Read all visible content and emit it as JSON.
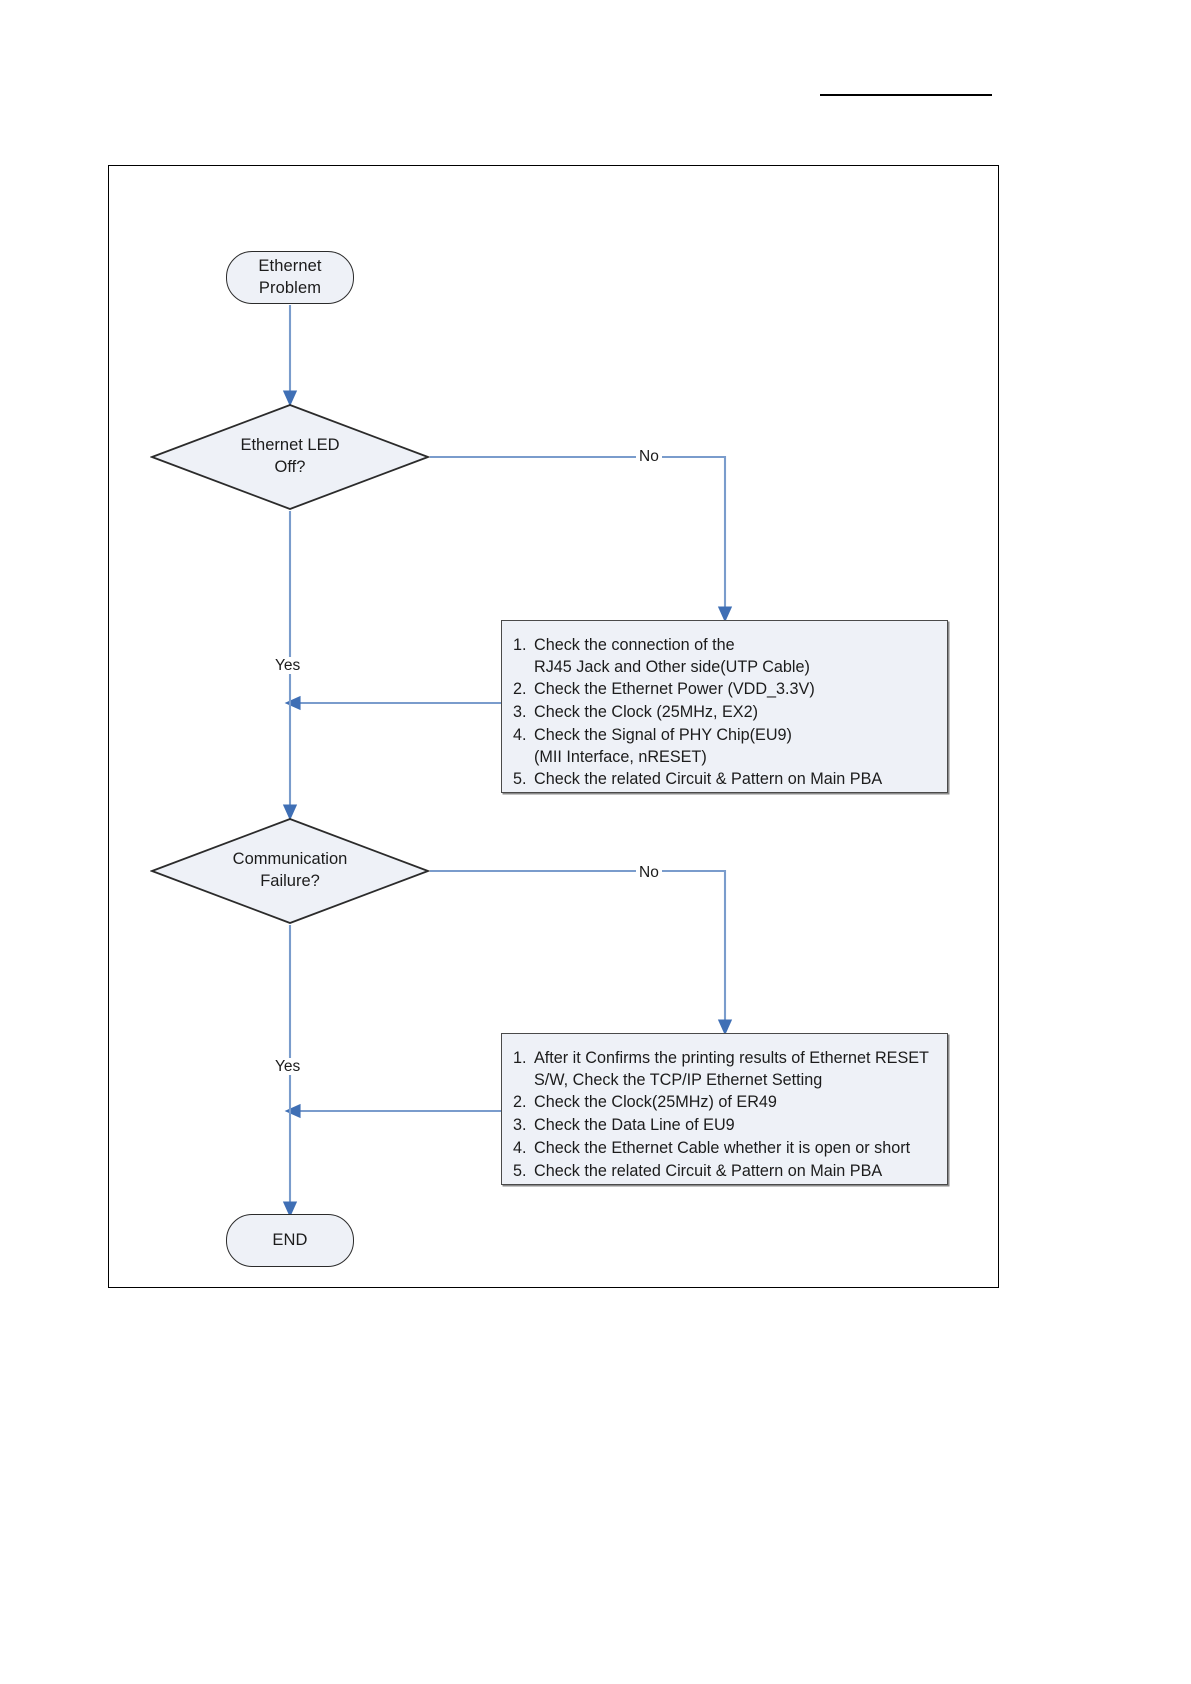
{
  "document": {
    "header_rule": "header-rule"
  },
  "diagram": {
    "title": "Ethernet Problem troubleshooting flowchart",
    "colors": {
      "node_fill": "#eef1f7",
      "node_stroke": "#2b2b2b",
      "connector": "#7a9ccc",
      "arrow": "#3f6fb5",
      "frame": "#000000"
    },
    "nodes": {
      "start": {
        "type": "terminator",
        "line1": "Ethernet",
        "line2": "Problem"
      },
      "decision1": {
        "type": "decision",
        "line1": "Ethernet LED",
        "line2": "Off?"
      },
      "decision2": {
        "type": "decision",
        "line1": "Communication",
        "line2": "Failure?"
      },
      "box1": {
        "type": "process",
        "items": [
          {
            "num": "1.",
            "text": "Check the connection of the\nRJ45 Jack and Other side(UTP Cable)"
          },
          {
            "num": "2.",
            "text": "Check the Ethernet Power (VDD_3.3V)"
          },
          {
            "num": "3.",
            "text": "Check the Clock (25MHz, EX2)"
          },
          {
            "num": "4.",
            "text": "Check the Signal of PHY Chip(EU9)\n(MII Interface, nRESET)"
          },
          {
            "num": "5.",
            "text": "Check the related Circuit & Pattern on Main PBA"
          }
        ]
      },
      "box2": {
        "type": "process",
        "items": [
          {
            "num": "1.",
            "text": "After it Confirms the printing results of Ethernet RESET\nS/W, Check the TCP/IP Ethernet Setting"
          },
          {
            "num": "2.",
            "text": "Check the Clock(25MHz) of ER49"
          },
          {
            "num": "3.",
            "text": "Check the Data Line of EU9"
          },
          {
            "num": "4.",
            "text": "Check the Ethernet Cable whether it is open or short"
          },
          {
            "num": "5.",
            "text": "Check the related Circuit & Pattern on Main PBA"
          }
        ]
      },
      "end": {
        "type": "terminator",
        "line1": "END"
      }
    },
    "edge_labels": {
      "no_1": "No",
      "yes_1": "Yes",
      "no_2": "No",
      "yes_2": "Yes"
    }
  }
}
